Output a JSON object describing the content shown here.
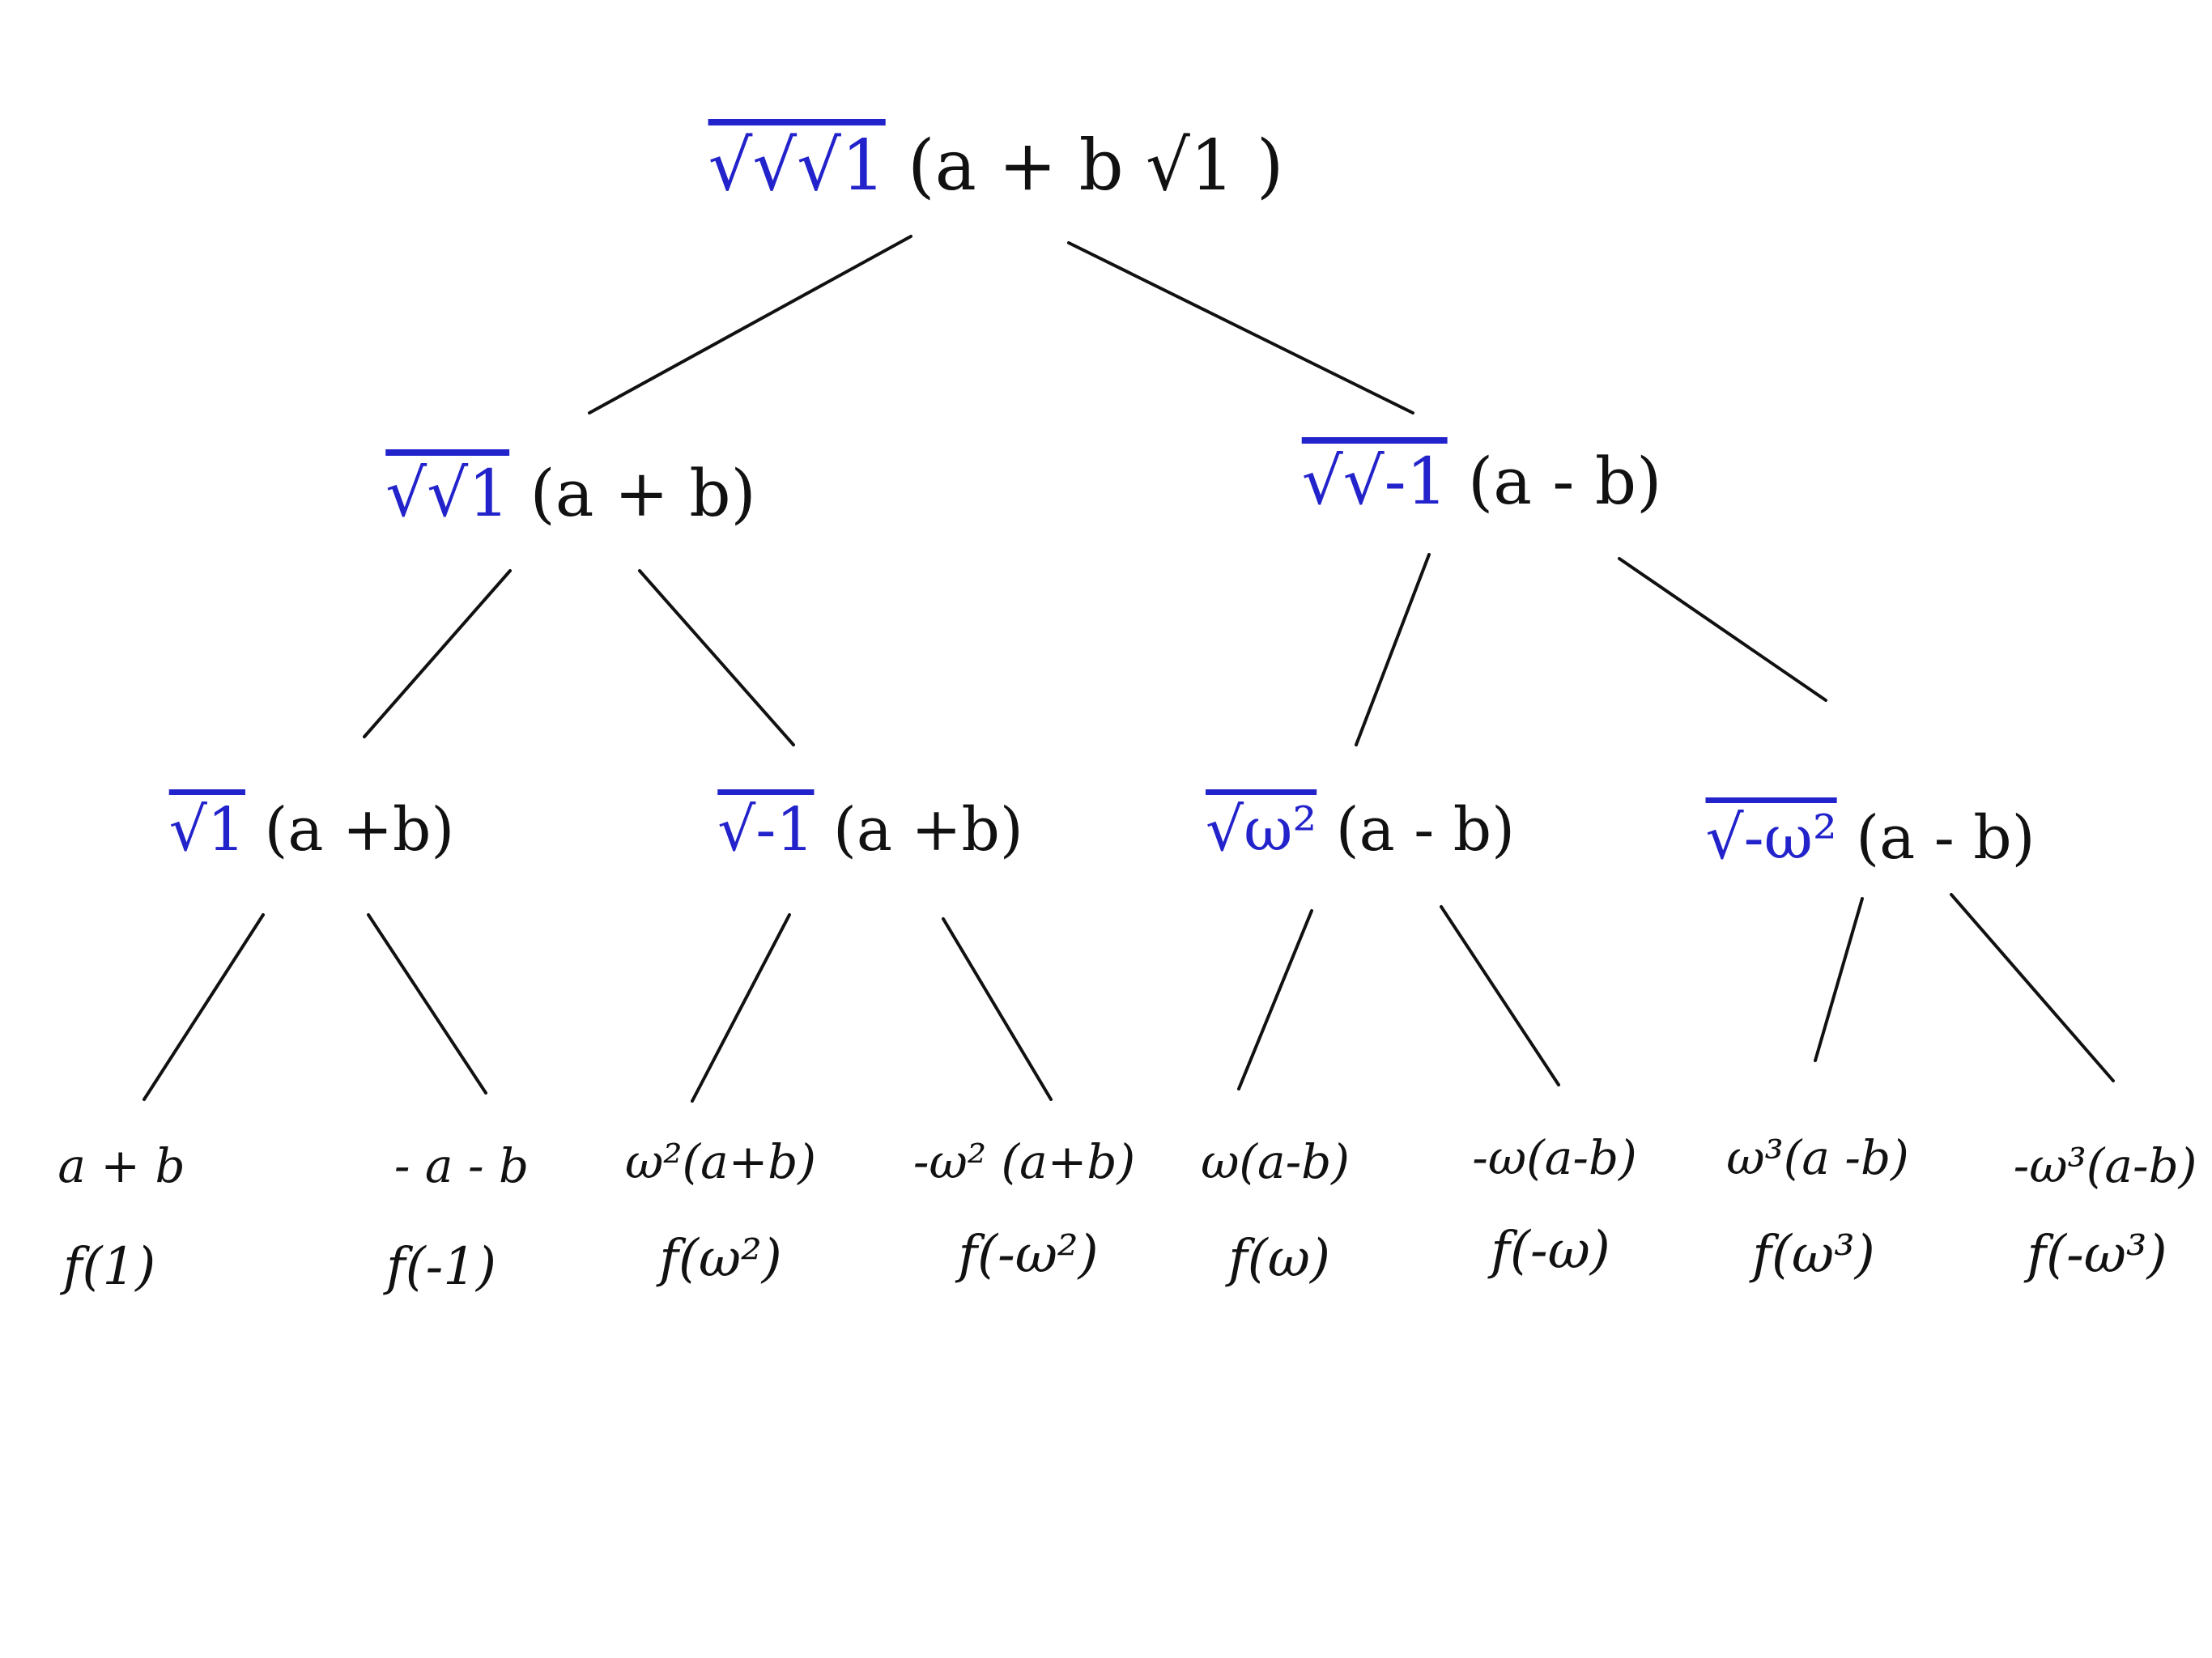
{
  "colors": {
    "ink": "#111111",
    "radical": "#2323cc"
  },
  "root": {
    "rad": "√√√1",
    "expr": "(a + b √1 )"
  },
  "level1": [
    {
      "rad": "√√1",
      "expr": "(a + b)"
    },
    {
      "rad": "√√-1",
      "expr": "(a - b)"
    }
  ],
  "level2": [
    {
      "rad": "√1",
      "expr": "(a +b)"
    },
    {
      "rad": "√-1",
      "expr": "(a +b)"
    },
    {
      "rad": "√ω²",
      "expr": "(a - b)"
    },
    {
      "rad": "√-ω²",
      "expr": "(a - b)"
    }
  ],
  "leaves": [
    {
      "value": "a + b",
      "func": "f(1)"
    },
    {
      "value": "- a - b",
      "func": "f(-1)"
    },
    {
      "value": "ω²(a+b)",
      "func": "f(ω²)"
    },
    {
      "value": "-ω² (a+b)",
      "func": "f(-ω²)"
    },
    {
      "value": "ω(a-b)",
      "func": "f(ω)"
    },
    {
      "value": "-ω(a-b)",
      "func": "f(-ω)"
    },
    {
      "value": "ω³(a -b)",
      "func": "f(ω³)"
    },
    {
      "value": "-ω³(a-b)",
      "func": "f(-ω³)"
    }
  ]
}
